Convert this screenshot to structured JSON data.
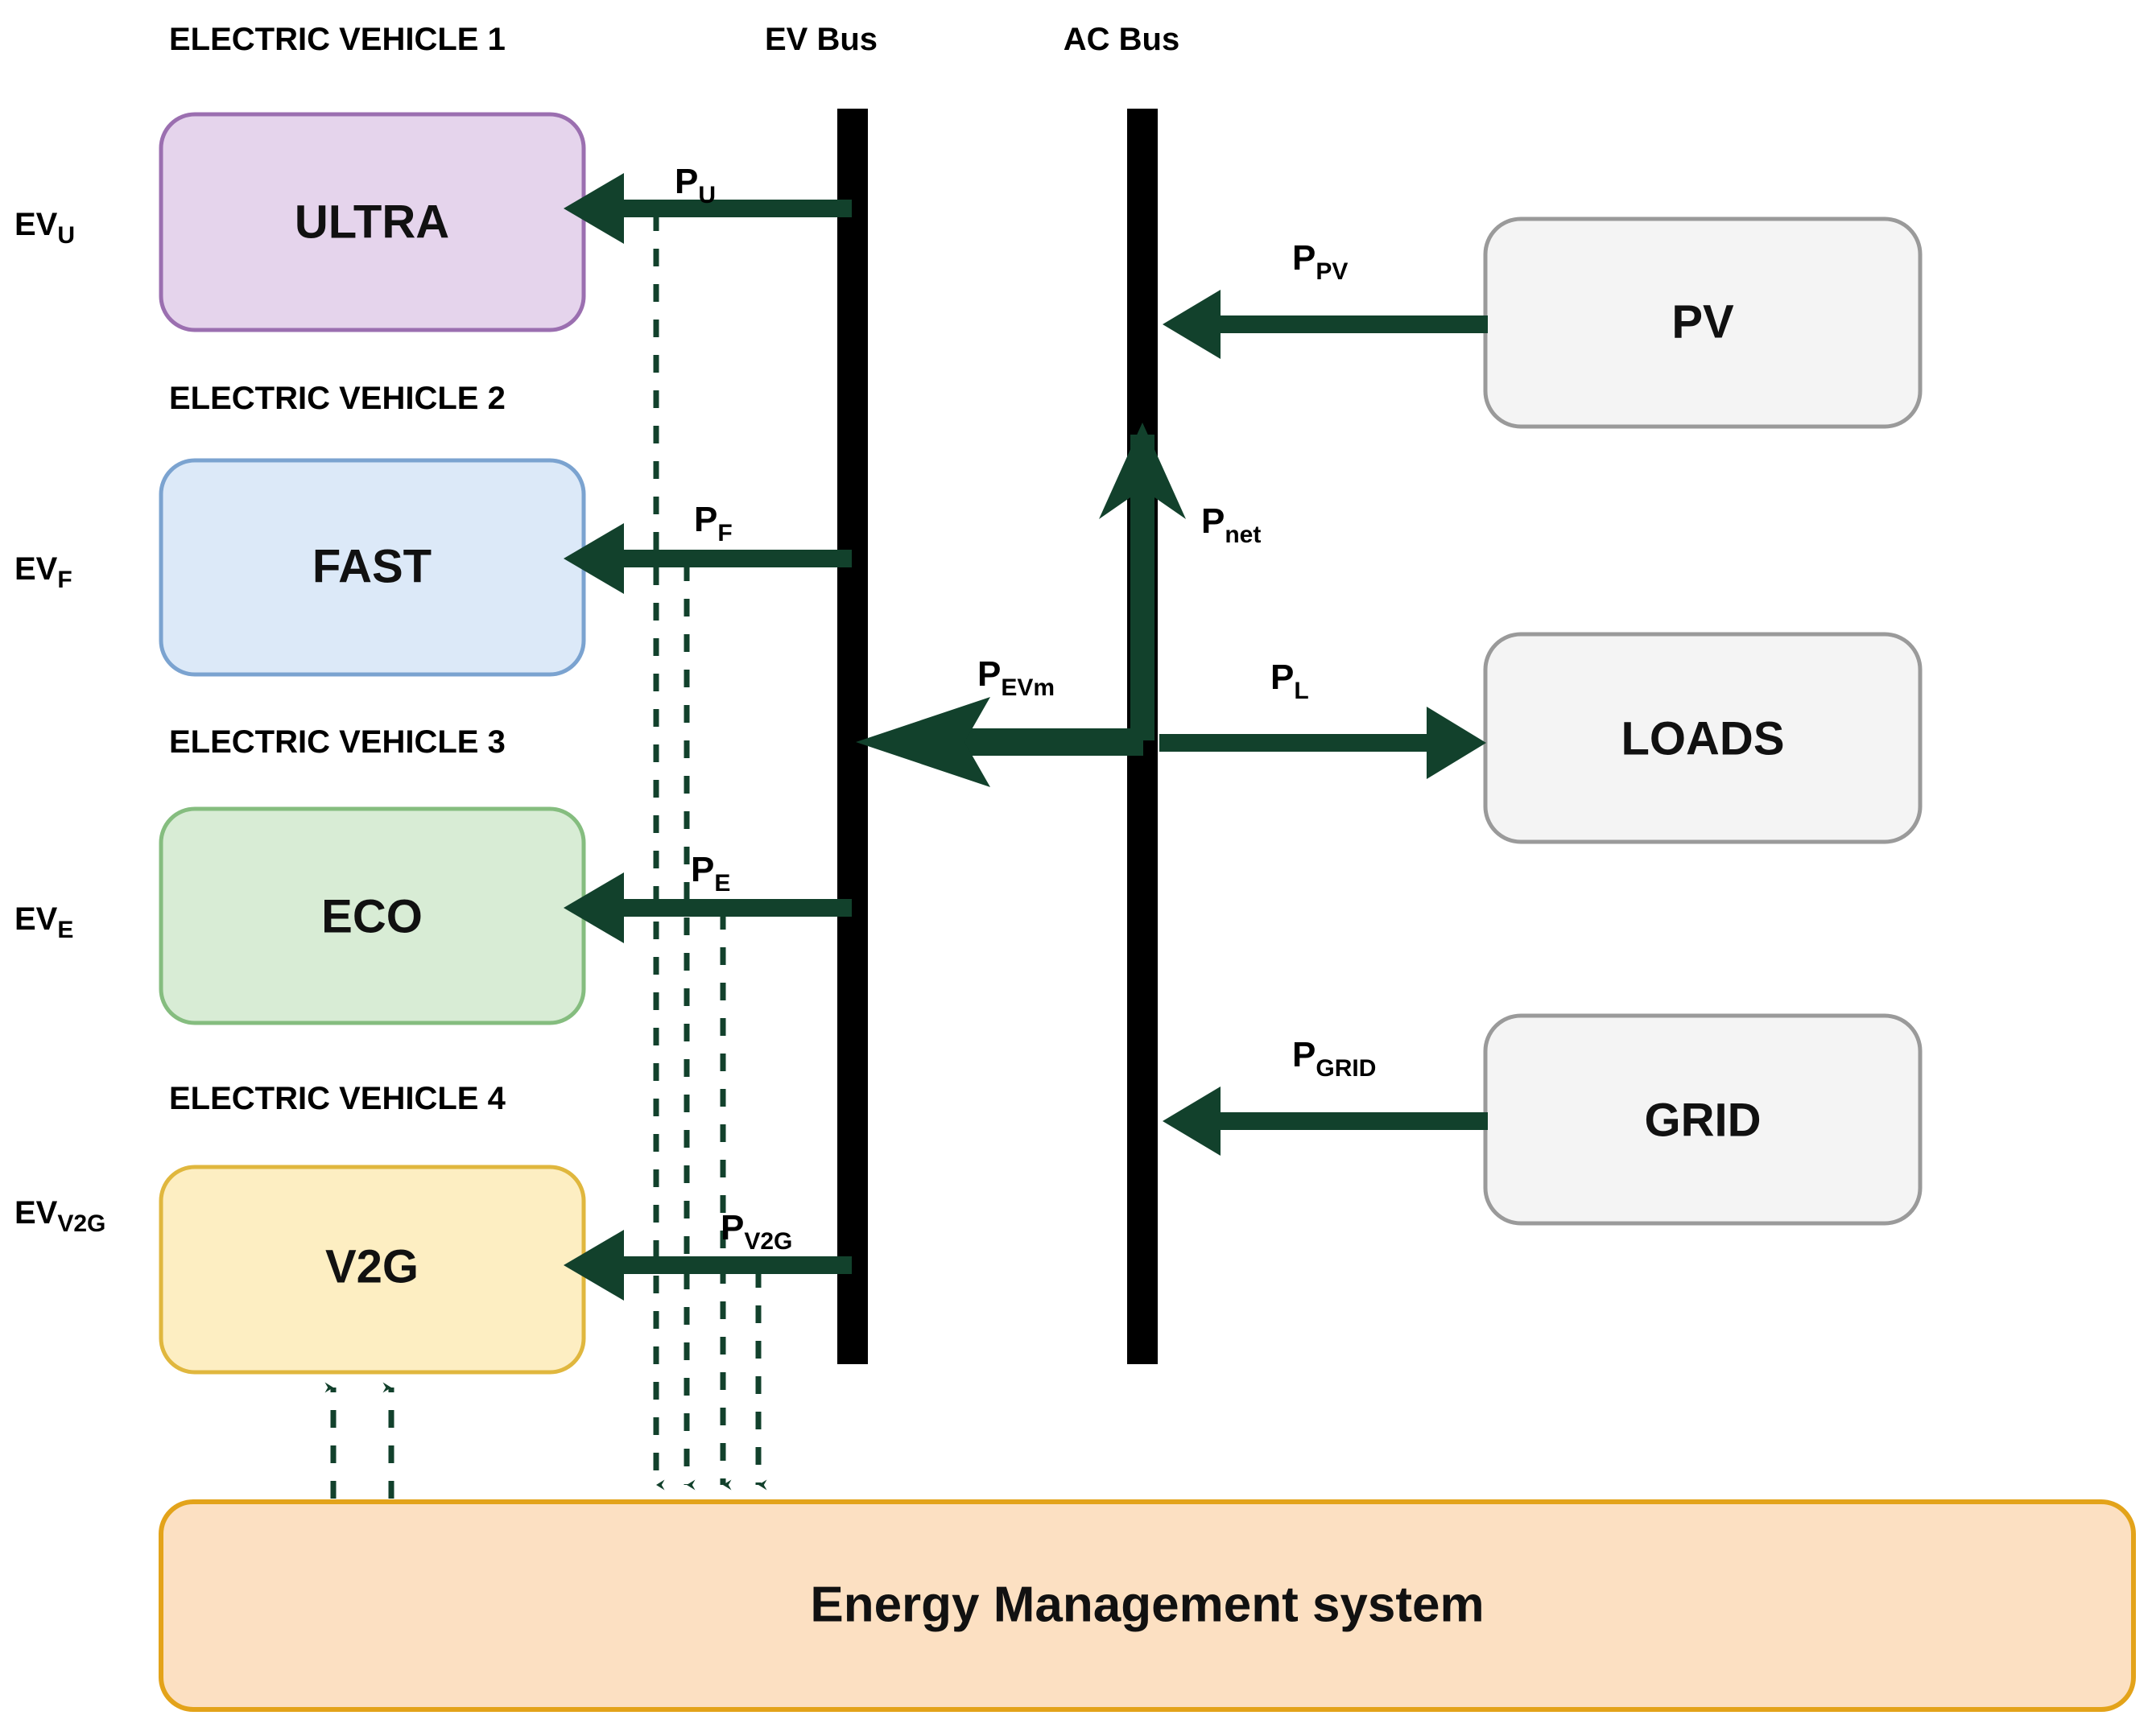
{
  "diagram": {
    "title": "EV charging microgrid energy flow diagram",
    "colors": {
      "arrow_green": "#12412c",
      "bus_black": "#000000",
      "ultra_fill": "#e5d4ec",
      "ultra_stroke": "#9b6fb0",
      "fast_fill": "#dce9f8",
      "fast_stroke": "#7ba3d0",
      "eco_fill": "#d8ecd5",
      "eco_stroke": "#85bd7f",
      "v2g_fill": "#fdeec2",
      "v2g_stroke": "#e0b73e",
      "ems_fill": "#fce0c2",
      "ems_stroke": "#e3a31a",
      "grey_fill": "#f4f4f4",
      "grey_stroke": "#9a9a9a"
    }
  },
  "headers": {
    "ev1": "ELECTRIC VEHICLE 1",
    "ev2": "ELECTRIC VEHICLE 2",
    "ev3": "ELECTRIC VEHICLE 3",
    "ev4": "ELECTRIC VEHICLE 4"
  },
  "bus_labels": {
    "ev_bus": "EV Bus",
    "ac_bus": "AC Bus"
  },
  "side_labels": {
    "evu_main": "EV",
    "evu_sub": "U",
    "evf_main": "EV",
    "evf_sub": "F",
    "eve_main": "EV",
    "eve_sub": "E",
    "evv2g_main": "EV",
    "evv2g_sub": "V2G"
  },
  "nodes": {
    "ultra": "ULTRA",
    "fast": "FAST",
    "eco": "ECO",
    "v2g": "V2G",
    "pv": "PV",
    "loads": "LOADS",
    "grid": "GRID",
    "ems": "Energy Management system"
  },
  "power_labels": {
    "pu_main": "P",
    "pu_sub": "U",
    "pf_main": "P",
    "pf_sub": "F",
    "pe_main": "P",
    "pe_sub": "E",
    "pv2g_main": "P",
    "pv2g_sub": "V2G",
    "ppv_main": "P",
    "ppv_sub": "PV",
    "pnet_main": "P",
    "pnet_sub": "net",
    "pevm_main": "P",
    "pevm_sub": "EVm",
    "pl_main": "P",
    "pl_sub": "L",
    "pgrid_main": "P",
    "pgrid_sub": "GRID"
  }
}
